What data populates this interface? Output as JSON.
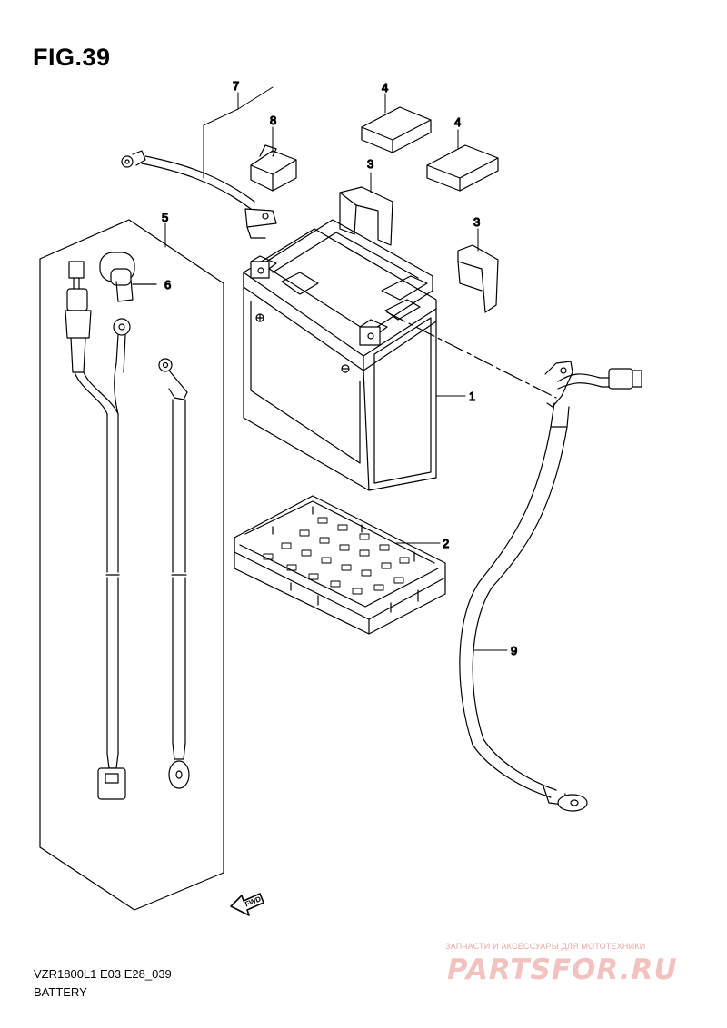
{
  "figure": {
    "title": "FIG.39"
  },
  "callouts": [
    "1",
    "2",
    "3",
    "3",
    "4",
    "4",
    "5",
    "6",
    "7",
    "8",
    "9"
  ],
  "fwd_label": "FWD",
  "footer": {
    "model_code": "VZR1800L1 E03 E28_039",
    "section_name": "BATTERY"
  },
  "watermark": {
    "tagline": "ЗАПЧАСТИ И АКСЕССУАРЫ ДЛЯ МОТОТЕХНИКИ",
    "logo": "PARTSFOR.RU"
  },
  "colors": {
    "line": "#000000",
    "watermark": "#f1c2bf"
  }
}
